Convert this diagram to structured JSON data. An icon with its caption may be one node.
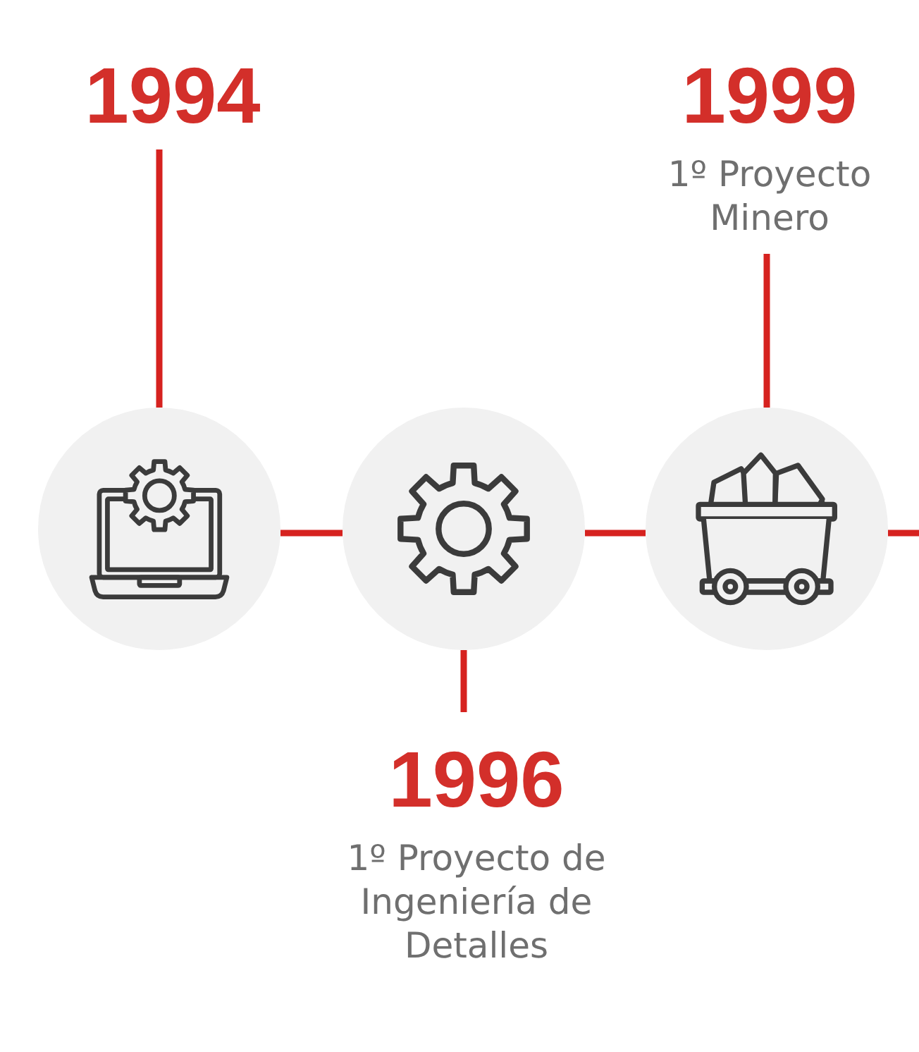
{
  "diagram": {
    "nodes": [
      {
        "text": [
          "1994"
        ]
      },
      {
        "text": [
          "1999",
          "1º Proyecto Minero"
        ]
      },
      {
        "text": [],
        "shape": "circle"
      },
      {
        "text": [],
        "shape": "circle"
      },
      {
        "text": [],
        "shape": "circle"
      },
      {
        "text": [
          "1996",
          "1º Proyecto de Ingeniería de Detalles"
        ]
      }
    ],
    "edges": [
      {
        "from": 0,
        "to": 2,
        "arrow": "none"
      },
      {
        "from": 2,
        "to": 3,
        "arrow": "none"
      },
      {
        "from": 3,
        "to": 5,
        "arrow": "none"
      },
      {
        "from": 3,
        "to": 4,
        "arrow": "none"
      },
      {
        "from": 1,
        "to": 4,
        "arrow": "none"
      },
      {
        "from": 4,
        "to": null,
        "arrow": "none"
      }
    ]
  }
}
